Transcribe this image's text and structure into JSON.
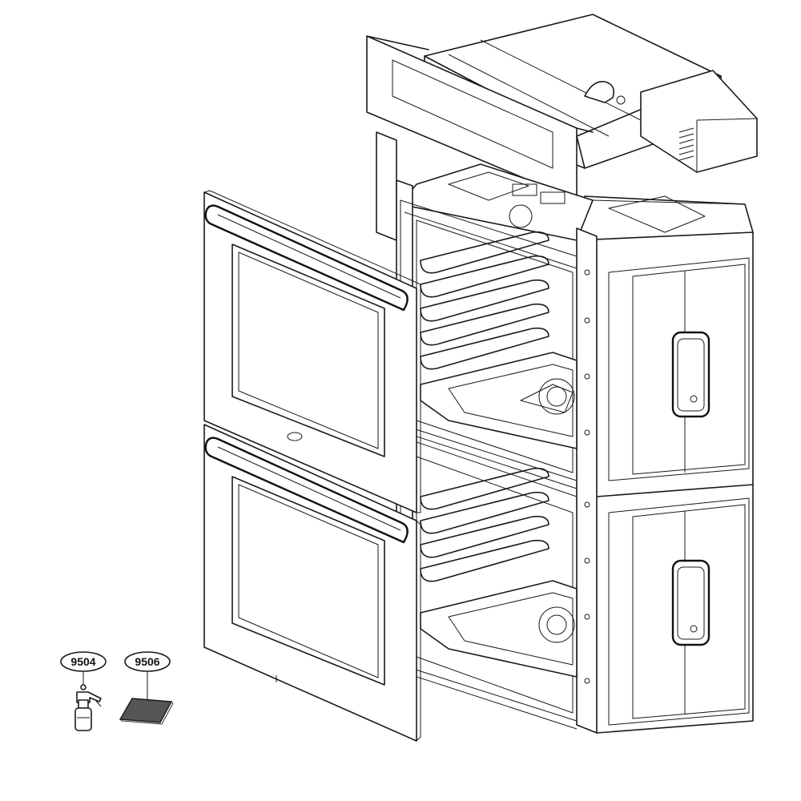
{
  "callouts": [
    {
      "label": "9504",
      "part": "spray-bottle"
    },
    {
      "label": "9506",
      "part": "cleaning-pad"
    }
  ],
  "colors": {
    "line": "#1a1a1a",
    "background": "#ffffff",
    "pad_fill": "#555555"
  }
}
